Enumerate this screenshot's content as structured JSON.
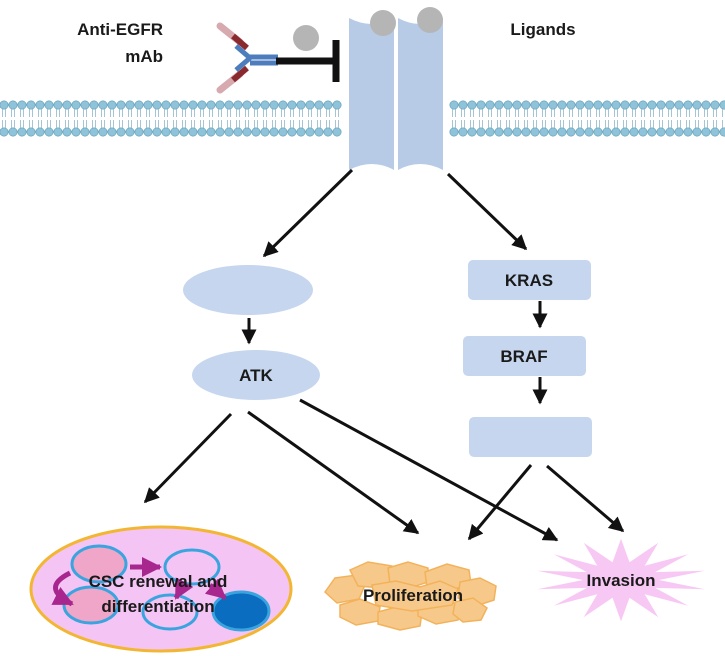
{
  "labels": {
    "antibody_line1": "Anti-EGFR",
    "antibody_line2": "mAb",
    "ligands": "Ligands",
    "atk": "ATK",
    "kras": "KRAS",
    "braf": "BRAF",
    "csc_line1": "CSC renewal and",
    "csc_line2": "differentiation",
    "proliferation": "Proliferation",
    "invasion": "Invasion"
  },
  "colors": {
    "node_fill": "#c5d6ee",
    "receptor_fill": "#b7cbe6",
    "ligand_fill": "#b5b5b5",
    "membrane_head": "#8fc3d9",
    "csc_fill": "#f4c4f4",
    "csc_border": "#f2b632",
    "csc_arrow": "#a8278f",
    "cell_outline": "#3aa4df",
    "cell_pink": "#f0a6c8",
    "cell_blue": "#0a6dbf",
    "proliferation_fill": "#f6c98b",
    "invasion_fill": "#f8c8f4",
    "arrow": "#111111"
  }
}
